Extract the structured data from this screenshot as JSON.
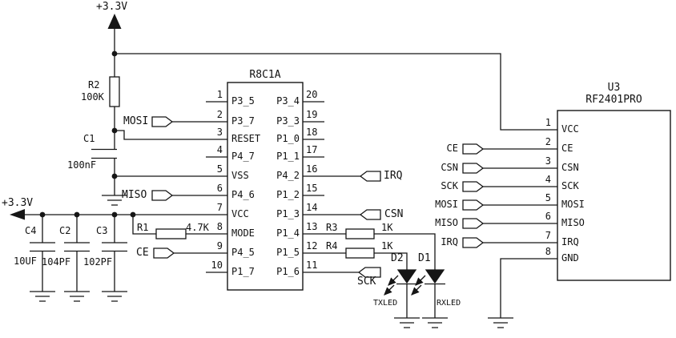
{
  "power": {
    "top_rail_label": "+3.3V",
    "left_rail_label": "+3.3V"
  },
  "mcu": {
    "title": "R8C1A",
    "left_pins": [
      {
        "num": "1",
        "name": "P3_5"
      },
      {
        "num": "2",
        "name": "P3_7"
      },
      {
        "num": "3",
        "name": "RESET"
      },
      {
        "num": "4",
        "name": "P4_7"
      },
      {
        "num": "5",
        "name": "VSS"
      },
      {
        "num": "6",
        "name": "P4_6"
      },
      {
        "num": "7",
        "name": "VCC"
      },
      {
        "num": "8",
        "name": "MODE"
      },
      {
        "num": "9",
        "name": "P4_5"
      },
      {
        "num": "10",
        "name": "P1_7"
      }
    ],
    "right_pins": [
      {
        "num": "20",
        "name": "P3_4"
      },
      {
        "num": "19",
        "name": "P3_3"
      },
      {
        "num": "18",
        "name": "P1_0"
      },
      {
        "num": "17",
        "name": "P1_1"
      },
      {
        "num": "16",
        "name": "P4_2"
      },
      {
        "num": "15",
        "name": "P1_2"
      },
      {
        "num": "14",
        "name": "P1_3"
      },
      {
        "num": "13",
        "name": "P1_4"
      },
      {
        "num": "12",
        "name": "P1_5"
      },
      {
        "num": "11",
        "name": "P1_6"
      }
    ]
  },
  "rf": {
    "ref": "U3",
    "part": "RF2401PRO",
    "pins": [
      {
        "num": "1",
        "name": "VCC"
      },
      {
        "num": "2",
        "name": "CE"
      },
      {
        "num": "3",
        "name": "CSN"
      },
      {
        "num": "4",
        "name": "SCK"
      },
      {
        "num": "5",
        "name": "MOSI"
      },
      {
        "num": "6",
        "name": "MISO"
      },
      {
        "num": "7",
        "name": "IRQ"
      },
      {
        "num": "8",
        "name": "GND"
      }
    ]
  },
  "resistors": {
    "r1": {
      "ref": "R1",
      "value": "4.7K"
    },
    "r2": {
      "ref": "R2",
      "value": "100K"
    },
    "r3": {
      "ref": "R3",
      "value": "1K"
    },
    "r4": {
      "ref": "R4",
      "value": "1K"
    }
  },
  "capacitors": {
    "c1": {
      "ref": "C1",
      "value": "100nF"
    },
    "c2": {
      "ref": "C2",
      "value": "104PF"
    },
    "c3": {
      "ref": "C3",
      "value": "102PF"
    },
    "c4": {
      "ref": "C4",
      "value": "10UF"
    }
  },
  "leds": {
    "d1": {
      "ref": "D1",
      "function_label": "RXLED"
    },
    "d2": {
      "ref": "D2",
      "function_label": "TXLED"
    }
  },
  "mcu_net_tags": {
    "mosi": "MOSI",
    "miso": "MISO",
    "ce": "CE",
    "irq": "IRQ",
    "csn": "CSN",
    "sck": "SCK"
  },
  "rf_net_tags": {
    "ce": "CE",
    "csn": "CSN",
    "sck": "SCK",
    "mosi": "MOSI",
    "miso": "MISO",
    "irq": "IRQ"
  }
}
